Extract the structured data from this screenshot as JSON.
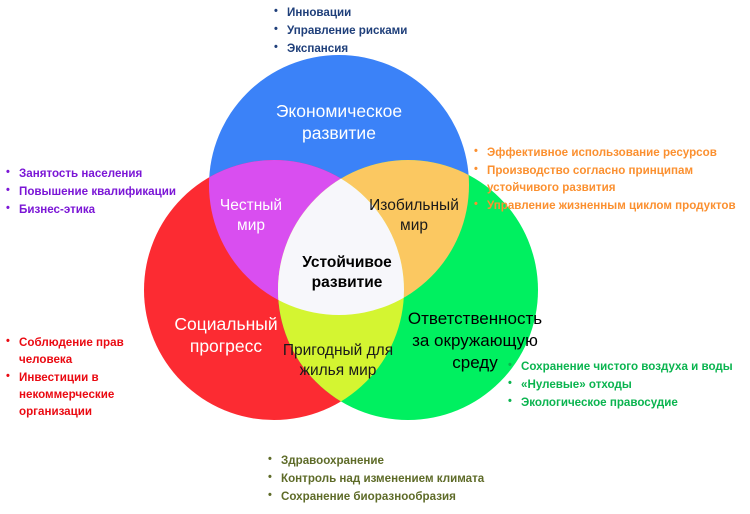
{
  "diagram": {
    "title_center": "Устойчивое\nразвитие",
    "bullet_glyph": "•",
    "circles": [
      {
        "id": "economic",
        "label": "Экономическое\nразвитие",
        "color": "#3b82f8"
      },
      {
        "id": "social",
        "label": "Социальный\nпрогресс",
        "color": "#fc2b32"
      },
      {
        "id": "environment",
        "label": "Ответственность\nза окружающую\nсреду",
        "color": "#00f060"
      }
    ],
    "overlaps": [
      {
        "id": "fair",
        "label": "Честный\nмир",
        "color": "#d94ef0"
      },
      {
        "id": "abundant",
        "label": "Изобильный\nмир",
        "color": "#fbc861"
      },
      {
        "id": "livable",
        "label": "Пригодный для\nжилья мир",
        "color": "#d4f531"
      },
      {
        "id": "center",
        "label": "Устойчивое\nразвитие",
        "color": "#f7f7fb"
      }
    ],
    "annotations": {
      "top": {
        "color": "#1f3f7a",
        "items": [
          "Инновации",
          "Управление рисками",
          "Экспансия"
        ]
      },
      "left_upper": {
        "color": "#7b16d6",
        "items": [
          "Занятость населения",
          "Повышение квалификации",
          "Бизнес-этика"
        ]
      },
      "left_lower": {
        "color": "#ea0a12",
        "items": [
          "Соблюдение прав человека",
          "Инвестиции в некоммерческие организации"
        ]
      },
      "right_upper": {
        "color": "#fb9030",
        "items": [
          "Эффективное использование ресурсов",
          "Производство согласно принципам устойчивого развития",
          "Управление жизненным циклом продуктов"
        ]
      },
      "right_lower": {
        "color": "#0ab44f",
        "items": [
          "Сохранение чистого воздуха и воды",
          "«Нулевые» отходы",
          "Экологическое правосудие"
        ]
      },
      "bottom": {
        "color": "#5e6b28",
        "items": [
          "Здравоохранение",
          "Контроль  над изменением климата",
          "Сохранение биоразнообразия"
        ]
      }
    }
  }
}
